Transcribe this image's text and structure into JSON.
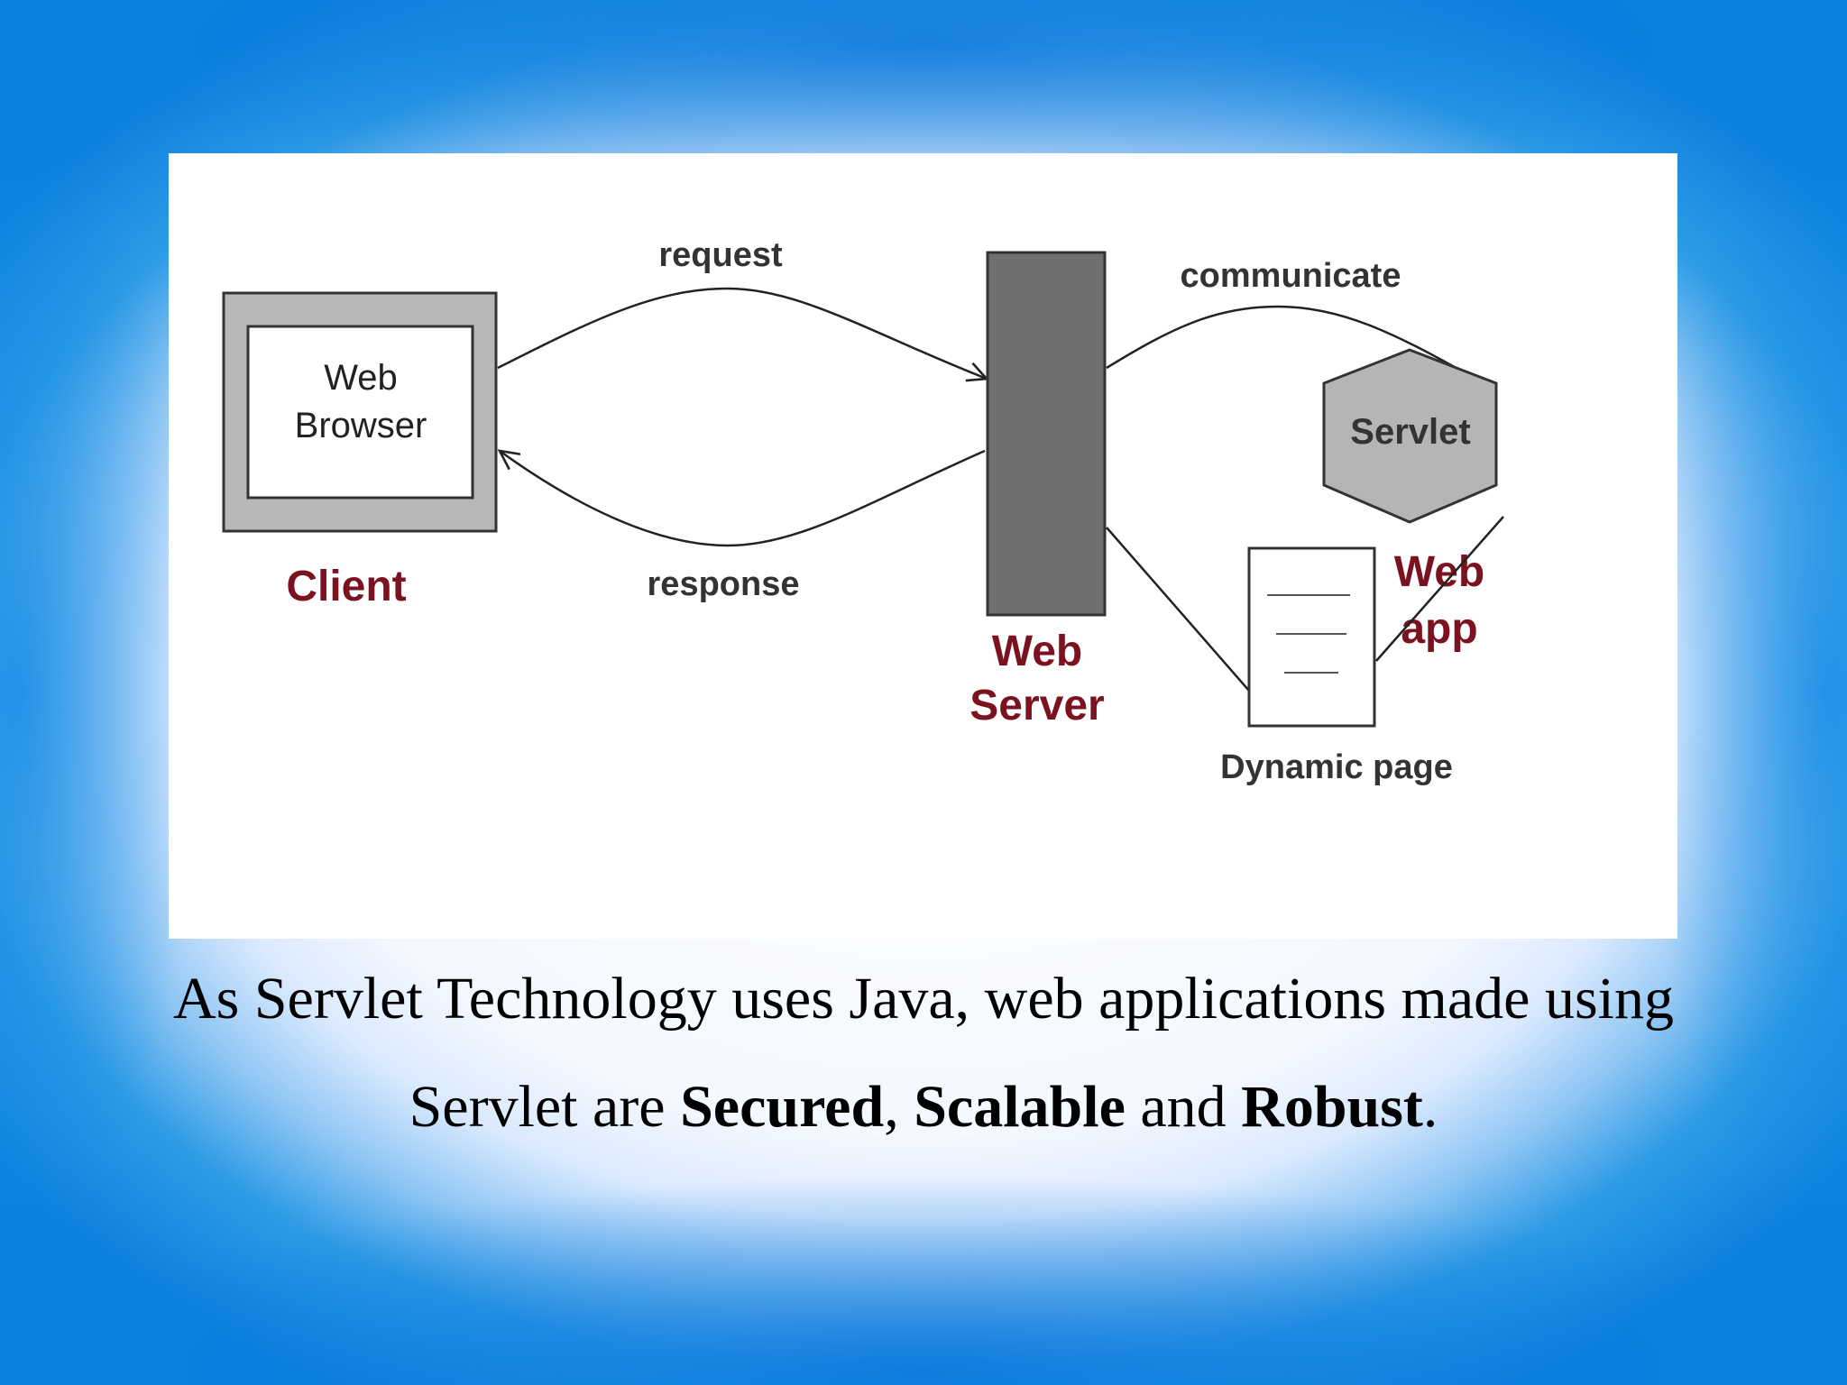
{
  "diagram": {
    "browser_label_line1": "Web",
    "browser_label_line2": "Browser",
    "client_label": "Client",
    "request_label": "request",
    "response_label": "response",
    "server_label_line1": "Web",
    "server_label_line2": "Server",
    "communicate_label": "communicate",
    "servlet_label": "Servlet",
    "webapp_label_line1": "Web",
    "webapp_label_line2": "app",
    "dynamic_page_label": "Dynamic page"
  },
  "caption": {
    "line1": "As Servlet Technology uses Java, web applications made using",
    "prefix": "Servlet are ",
    "term1": "Secured",
    "sep1": ", ",
    "term2": "Scalable",
    "sep2": " and ",
    "term3": "Robust",
    "end": "."
  },
  "colors": {
    "accent_label": "#7a1220",
    "server_fill": "#6f6f6f",
    "servlet_fill": "#b5b5b5",
    "browser_frame": "#b8b8b8"
  }
}
